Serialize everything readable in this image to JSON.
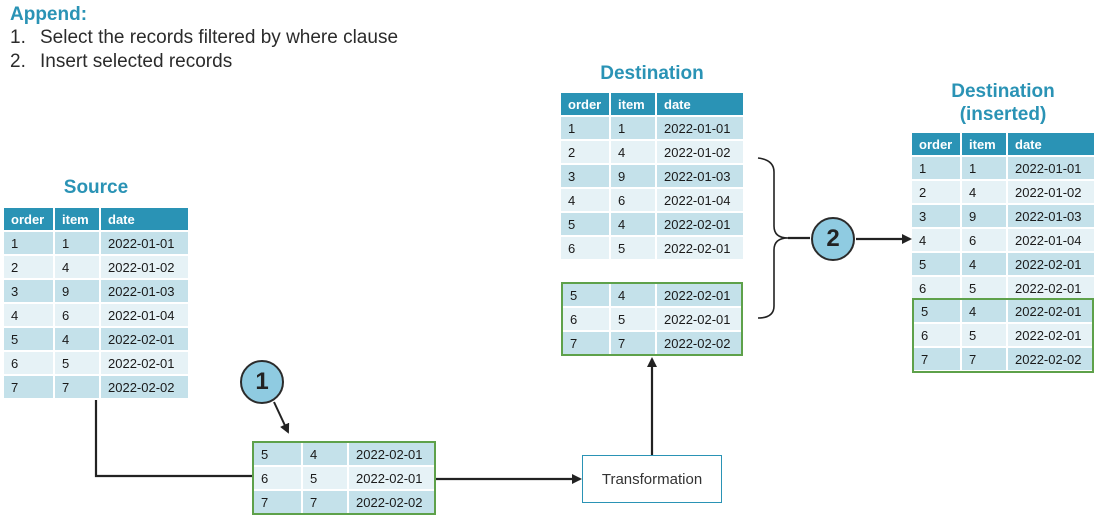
{
  "header": {
    "title": "Append:",
    "steps": [
      {
        "num": "1.",
        "text": "Select the records filtered by where clause"
      },
      {
        "num": "2.",
        "text": "Insert selected records"
      }
    ]
  },
  "labels": {
    "source": "Source",
    "destination": "Destination",
    "destination_inserted_line1": "Destination",
    "destination_inserted_line2": "(inserted)"
  },
  "columns": [
    "order",
    "item",
    "date"
  ],
  "source_rows": [
    [
      "1",
      "1",
      "2022-01-01"
    ],
    [
      "2",
      "4",
      "2022-01-02"
    ],
    [
      "3",
      "9",
      "2022-01-03"
    ],
    [
      "4",
      "6",
      "2022-01-04"
    ],
    [
      "5",
      "4",
      "2022-02-01"
    ],
    [
      "6",
      "5",
      "2022-02-01"
    ],
    [
      "7",
      "7",
      "2022-02-02"
    ]
  ],
  "destination_rows": [
    [
      "1",
      "1",
      "2022-01-01"
    ],
    [
      "2",
      "4",
      "2022-01-02"
    ],
    [
      "3",
      "9",
      "2022-01-03"
    ],
    [
      "4",
      "6",
      "2022-01-04"
    ],
    [
      "5",
      "4",
      "2022-02-01"
    ],
    [
      "6",
      "5",
      "2022-02-01"
    ]
  ],
  "filtered_rows": [
    [
      "5",
      "4",
      "2022-02-01"
    ],
    [
      "6",
      "5",
      "2022-02-01"
    ],
    [
      "7",
      "7",
      "2022-02-02"
    ]
  ],
  "inserted_original_rows": [
    [
      "1",
      "1",
      "2022-01-01"
    ],
    [
      "2",
      "4",
      "2022-01-02"
    ],
    [
      "3",
      "9",
      "2022-01-03"
    ],
    [
      "4",
      "6",
      "2022-01-04"
    ],
    [
      "5",
      "4",
      "2022-02-01"
    ],
    [
      "6",
      "5",
      "2022-02-01"
    ]
  ],
  "inserted_new_rows": [
    [
      "5",
      "4",
      "2022-02-01"
    ],
    [
      "6",
      "5",
      "2022-02-01"
    ],
    [
      "7",
      "7",
      "2022-02-02"
    ]
  ],
  "markers": {
    "step1": "1",
    "step2": "2"
  },
  "transformation_label": "Transformation",
  "colors": {
    "accent": "#2a93b5",
    "highlight_border": "#5ea14a",
    "marker_fill": "#8fcbe1"
  }
}
